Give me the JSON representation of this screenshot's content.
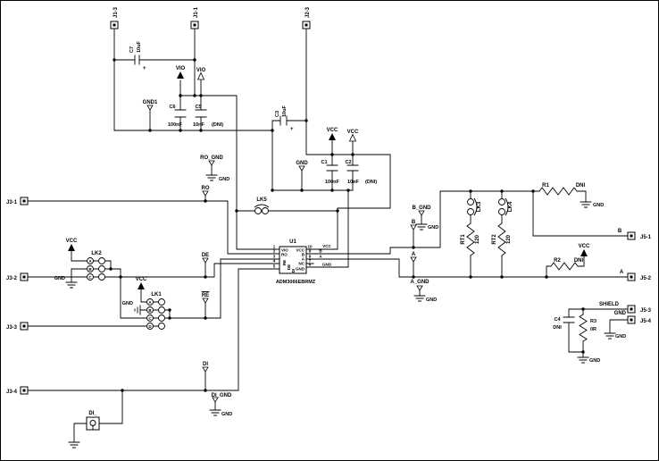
{
  "nets": {
    "vcc": "VCC",
    "vio": "VIO",
    "gnd": "GND",
    "gnd1": "GND1",
    "b": "B",
    "a": "A",
    "shield": "SHIELD",
    "ro": "RO",
    "ro_gnd": "RO_GND",
    "de": "DE",
    "re": "RE",
    "b_gnd": "B_GND",
    "a_gnd": "A_GND",
    "di": "DI",
    "di_gnd": "DI_GND",
    "di_conn": "DI_"
  },
  "connectors": {
    "j1_3": "J1-3",
    "j1_1": "J1-1",
    "j2_3": "J2-3",
    "j3_1": "J3-1",
    "j3_2": "J3-2",
    "j3_3": "J3-3",
    "j3_4": "J3-4",
    "j5_1": "J5-1",
    "j5_2": "J5-2",
    "j5_3": "J5-3",
    "j5_4": "J5-4"
  },
  "capacitors": {
    "c1": {
      "ref": "C1",
      "value": "100nF"
    },
    "c2": {
      "ref": "C2",
      "value": "10nF",
      "note": "(DNI)"
    },
    "c3": {
      "ref": "C3",
      "value": "10uF",
      "polarity": "+"
    },
    "c4": {
      "ref": "C4",
      "value": "DNI"
    },
    "c5": {
      "ref": "C5",
      "value": "10nF",
      "note": "(DNI)"
    },
    "c6": {
      "ref": "C6",
      "value": "100nF"
    },
    "c7": {
      "ref": "C7",
      "value": "10uF",
      "polarity": "+"
    }
  },
  "resistors": {
    "r1": {
      "ref": "R1",
      "value": "DNI"
    },
    "r2": {
      "ref": "R2",
      "value": "DNI"
    },
    "r3": {
      "ref": "R3",
      "value": "0R"
    },
    "rt1": {
      "ref": "RT1",
      "value": "120"
    },
    "rt2": {
      "ref": "RT2",
      "value": "120"
    }
  },
  "jumpers": {
    "lk1": {
      "ref": "LK1",
      "positions": [
        "A",
        "B",
        "C",
        "D"
      ]
    },
    "lk2": {
      "ref": "LK2",
      "positions": [
        "A",
        "B",
        "C"
      ]
    },
    "lk3": {
      "ref": "LK3"
    },
    "lk4": {
      "ref": "LK4"
    },
    "lk5": {
      "ref": "LK5"
    }
  },
  "ic": {
    "ref": "U1",
    "part": "ADM3066EBRMZ",
    "left_pins": [
      {
        "num": "1",
        "name": "VIO"
      },
      {
        "num": "2",
        "name": "RO"
      },
      {
        "num": "3",
        "name": "RE"
      },
      {
        "num": "4",
        "name": "DE"
      },
      {
        "num": "5",
        "name": "DI"
      }
    ],
    "right_pins": [
      {
        "num": "10",
        "name": "VCC"
      },
      {
        "num": "9",
        "name": "B"
      },
      {
        "num": "8",
        "name": "A"
      },
      {
        "num": "7",
        "name": "NC"
      },
      {
        "num": "6",
        "name": "GND"
      }
    ]
  }
}
